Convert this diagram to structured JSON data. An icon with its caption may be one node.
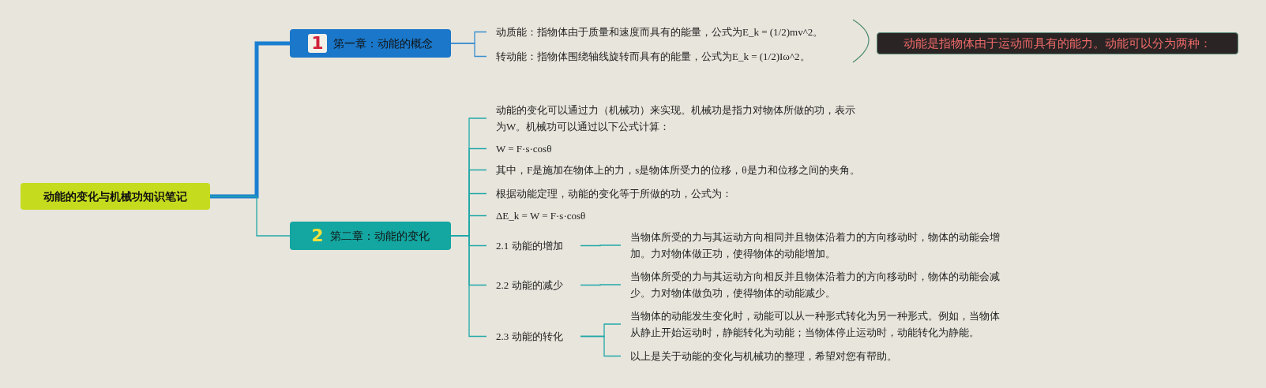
{
  "diagram": {
    "nodes": [
      {
        "text": [
          "动能的变化与机械功知识笔记"
        ]
      },
      {
        "text": [
          "1",
          "第一章：动能的概念"
        ]
      },
      {
        "text": [
          "动质能：指物体由于质量和速度而具有的能量，公式为E_k = (1/2)mv^2。"
        ]
      },
      {
        "text": [
          "转动能：指物体围绕轴线旋转而具有的能量，公式为E_k = (1/2)Iω^2。"
        ]
      },
      {
        "text": [
          "动能是指物体由于运动而具有的能力。动能可以分为两种："
        ]
      },
      {
        "text": [
          "2",
          "第二章：动能的变化"
        ]
      },
      {
        "text": [
          "动能的变化可以通过力（机械功）来实现。机械功是指力对物体所做的功，表示为W。机械功可以通过以下公式计算："
        ]
      },
      {
        "text": [
          "W = F·s·cosθ"
        ]
      },
      {
        "text": [
          "其中，F是施加在物体上的力，s是物体所受力的位移，θ是力和位移之间的夹角。"
        ]
      },
      {
        "text": [
          "根据动能定理，动能的变化等于所做的功，公式为："
        ]
      },
      {
        "text": [
          "ΔE_k = W = F·s·cosθ"
        ]
      },
      {
        "text": [
          "2.1 动能的增加"
        ]
      },
      {
        "text": [
          "当物体所受的力与其运动方向相同并且物体沿着力的方向移动时，物体的动能会增加。力对物体做正功，使得物体的动能增加。"
        ]
      },
      {
        "text": [
          "2.2 动能的减少"
        ]
      },
      {
        "text": [
          "当物体所受的力与其运动方向相反并且物体沿着力的方向移动时，物体的动能会减少。力对物体做负功，使得物体的动能减少。"
        ]
      },
      {
        "text": [
          "2.3 动能的转化"
        ]
      },
      {
        "text": [
          "当物体的动能发生变化时，动能可以从一种形式转化为另一种形式。例如，当物体从静止开始运动时，静能转化为动能；当物体停止运动时，动能转化为静能。"
        ]
      },
      {
        "text": [
          "以上是关于动能的变化与机械功的整理，希望对您有帮助。"
        ]
      }
    ],
    "edges": [
      {
        "from": 0,
        "to": 1,
        "arrow": "none",
        "style": "thick",
        "color": "#1a7fd0"
      },
      {
        "from": 0,
        "to": 5,
        "arrow": "none"
      },
      {
        "from": 1,
        "to": 2,
        "arrow": "none",
        "color": "#3a8fd0"
      },
      {
        "from": 1,
        "to": 3,
        "arrow": "none",
        "color": "#3a8fd0"
      },
      {
        "from": 5,
        "to": 6,
        "arrow": "none"
      },
      {
        "from": 5,
        "to": 7,
        "arrow": "none"
      },
      {
        "from": 5,
        "to": 8,
        "arrow": "none"
      },
      {
        "from": 5,
        "to": 9,
        "arrow": "none"
      },
      {
        "from": 5,
        "to": 10,
        "arrow": "none"
      },
      {
        "from": 5,
        "to": 11,
        "arrow": "none"
      },
      {
        "from": 5,
        "to": 13,
        "arrow": "none"
      },
      {
        "from": 5,
        "to": 15,
        "arrow": "none"
      },
      {
        "from": 11,
        "to": 12,
        "arrow": "none"
      },
      {
        "from": 13,
        "to": 14,
        "arrow": "none"
      },
      {
        "from": 15,
        "to": 16,
        "arrow": "none"
      },
      {
        "from": 15,
        "to": 17,
        "arrow": "none"
      }
    ]
  }
}
